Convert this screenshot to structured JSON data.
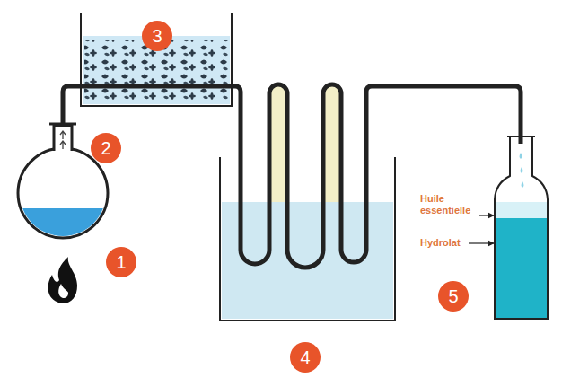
{
  "diagram": {
    "labels": [
      "3",
      "2",
      "1",
      "4",
      "5",
      "Huile essentielle",
      "Hydrolat"
    ]
  }
}
